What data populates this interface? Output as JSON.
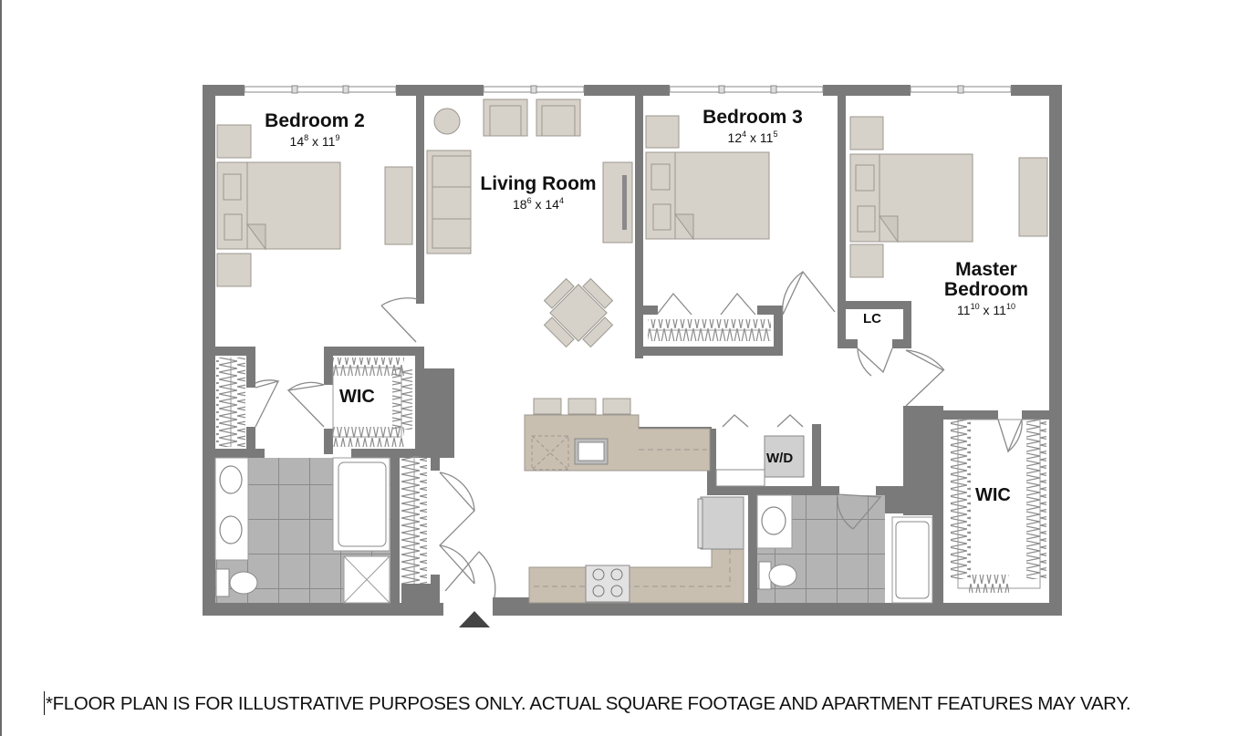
{
  "floor_plan": {
    "rooms": [
      {
        "id": "bedroom-2",
        "name": "Bedroom 2",
        "dims": {
          "w_ft": "14",
          "w_in": "8",
          "h_ft": "11",
          "h_in": "9"
        }
      },
      {
        "id": "living-room",
        "name": "Living Room",
        "dims": {
          "w_ft": "18",
          "w_in": "6",
          "h_ft": "14",
          "h_in": "4"
        }
      },
      {
        "id": "bedroom-3",
        "name": "Bedroom 3",
        "dims": {
          "w_ft": "12",
          "w_in": "4",
          "h_ft": "11",
          "h_in": "5"
        }
      },
      {
        "id": "master-bedroom",
        "name_line1": "Master",
        "name_line2": "Bedroom",
        "dims": {
          "w_ft": "11",
          "w_in": "10",
          "h_ft": "11",
          "h_in": "10"
        }
      }
    ],
    "labels": {
      "wic_left": "WIC",
      "wic_right": "WIC",
      "lc": "LC",
      "wd": "W/D",
      "times": "x"
    },
    "colors": {
      "wall": "#7a7a7a",
      "furniture": "#d6d1c9",
      "furniture_stroke": "#9c978f",
      "counter": "#c9bfb1",
      "tile": "#b4b4b4",
      "tile_line": "#8a8a8a",
      "entry_marker": "#444444"
    }
  },
  "disclaimer": "*FLOOR PLAN IS FOR ILLUSTRATIVE PURPOSES ONLY.  ACTUAL SQUARE FOOTAGE AND APARTMENT FEATURES MAY VARY."
}
